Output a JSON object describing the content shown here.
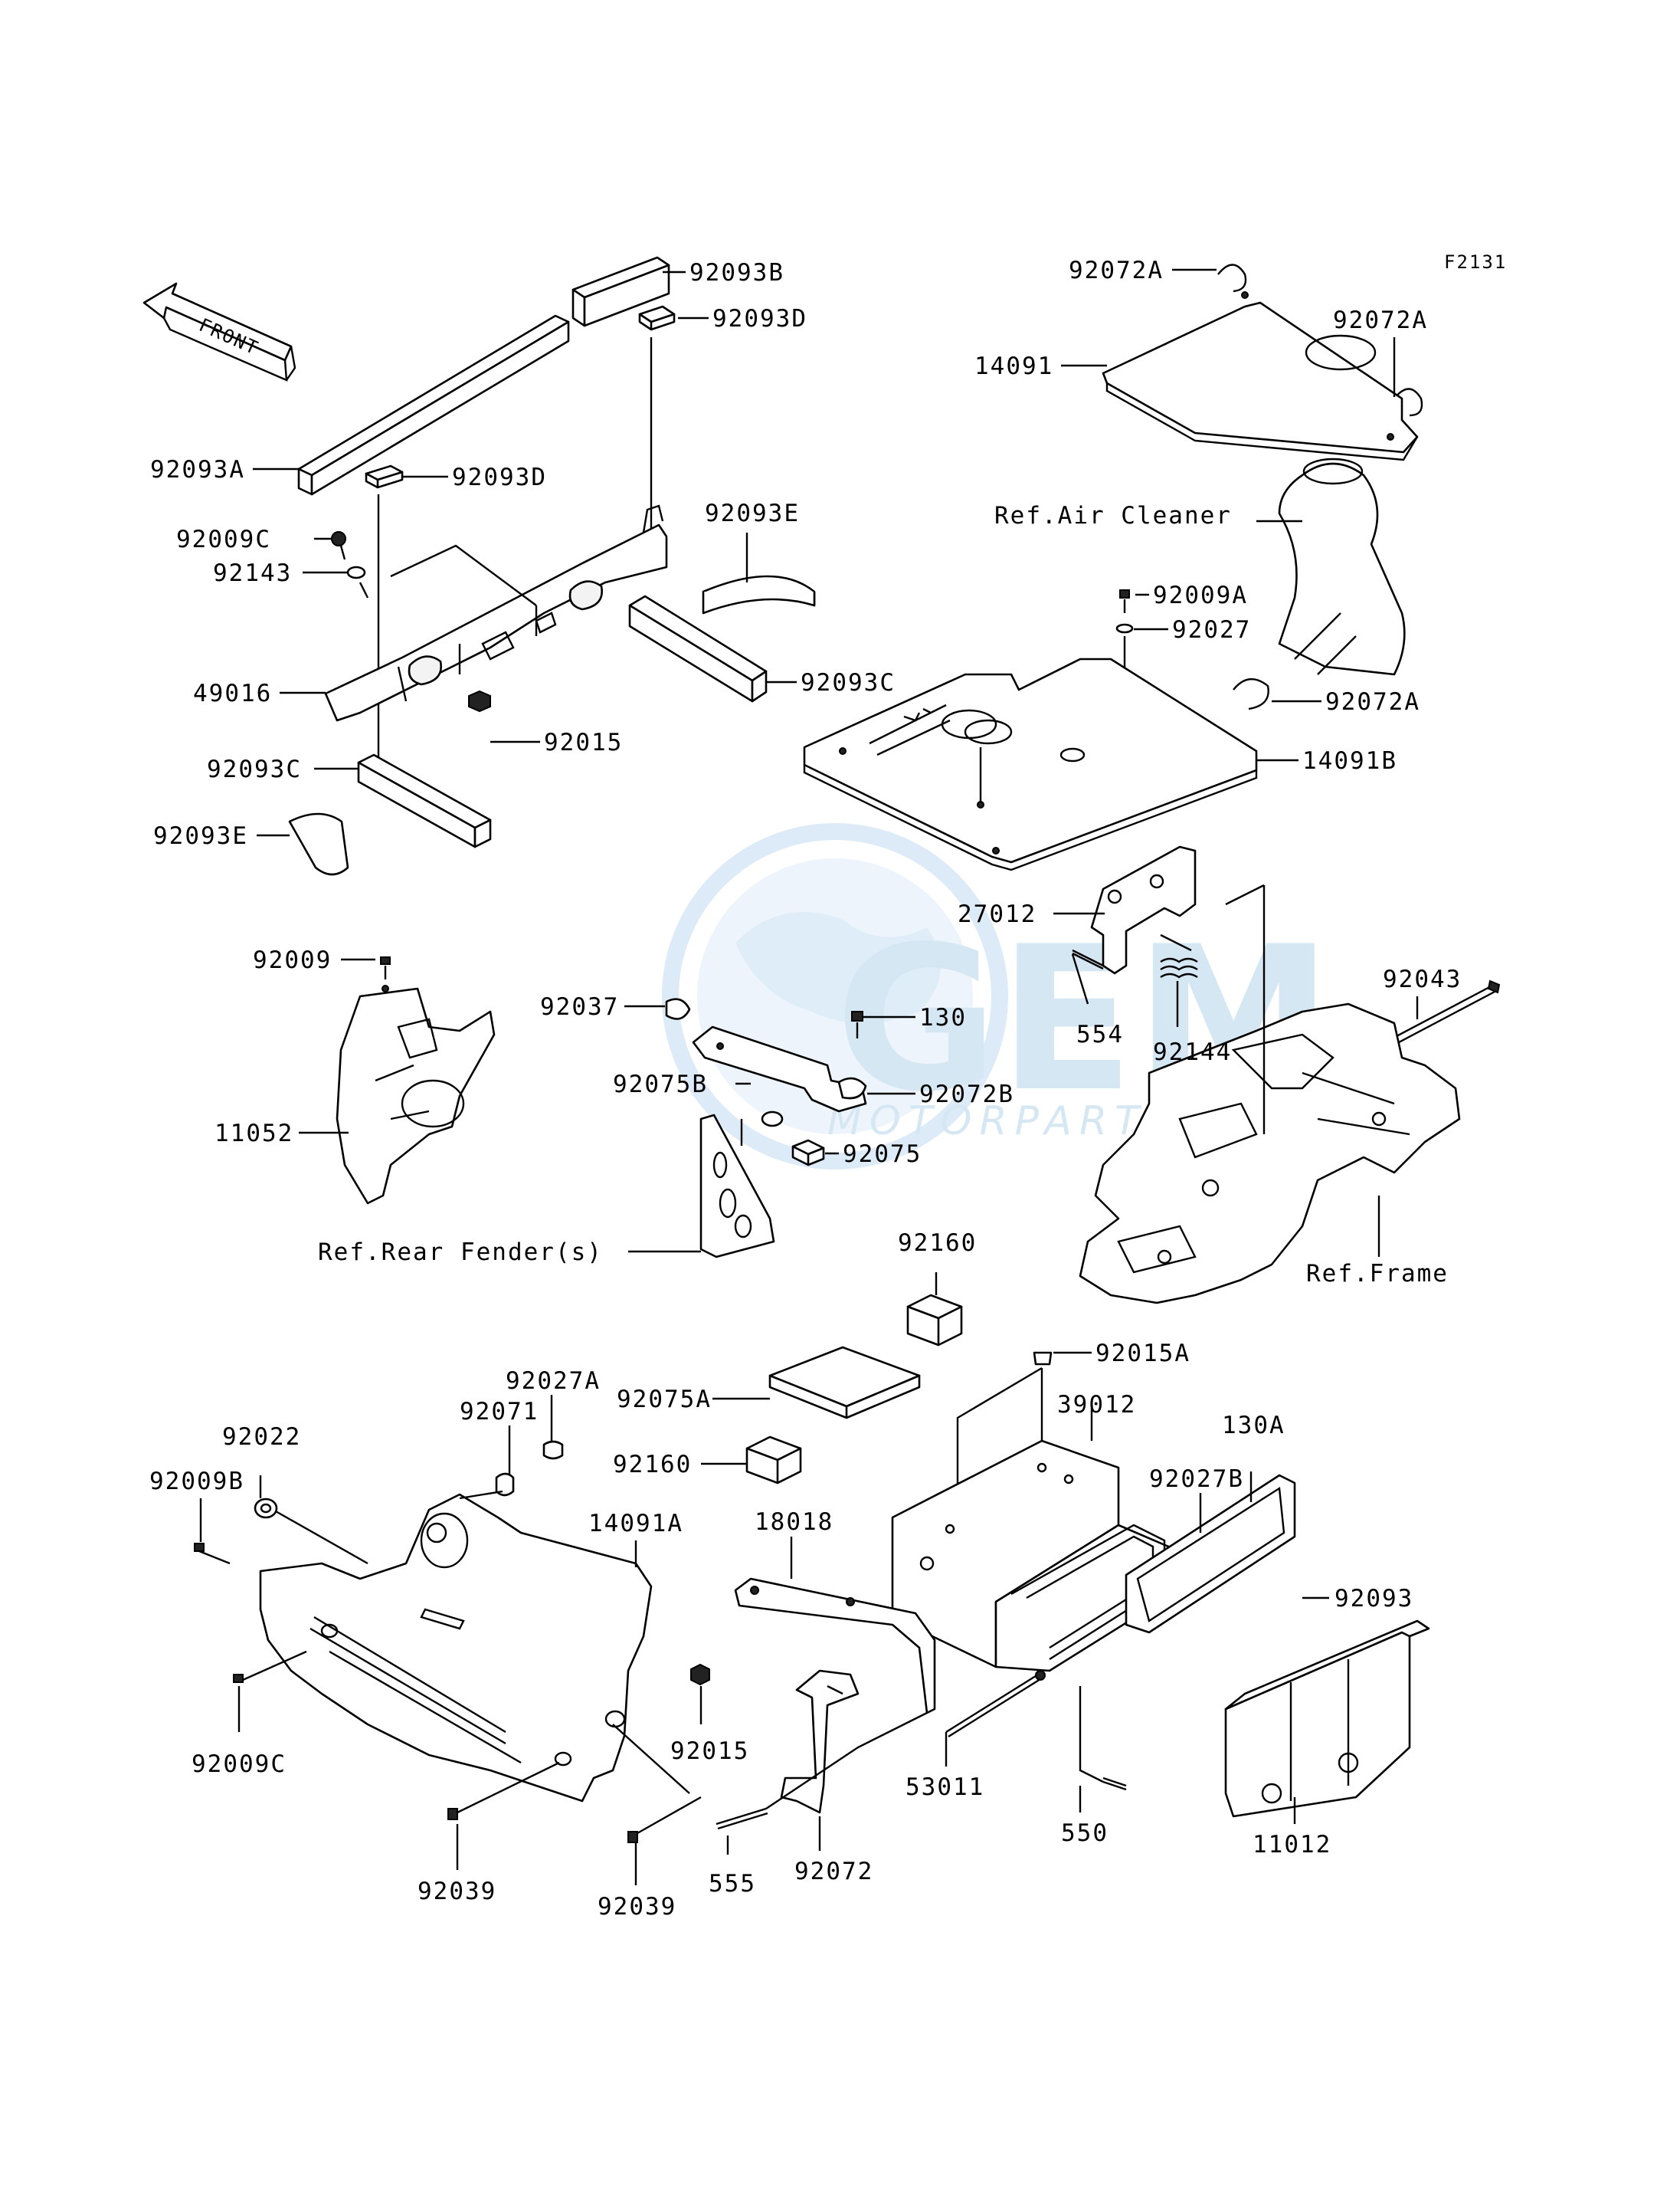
{
  "diagram": {
    "code": "F2131",
    "front_label": "FRONT",
    "watermark": {
      "brand": "GEM",
      "sub": "MOTORPARTS"
    },
    "parts": [
      {
        "id": "p01",
        "text": "92093B"
      },
      {
        "id": "p02",
        "text": "92093D"
      },
      {
        "id": "p03",
        "text": "92093A"
      },
      {
        "id": "p04",
        "text": "92093D"
      },
      {
        "id": "p05",
        "text": "92009C"
      },
      {
        "id": "p06",
        "text": "92143"
      },
      {
        "id": "p07",
        "text": "92093E"
      },
      {
        "id": "p08",
        "text": "92093C"
      },
      {
        "id": "p09",
        "text": "49016"
      },
      {
        "id": "p10",
        "text": "92015"
      },
      {
        "id": "p11",
        "text": "92093C"
      },
      {
        "id": "p12",
        "text": "92093E"
      },
      {
        "id": "p13",
        "text": "92072A"
      },
      {
        "id": "p14",
        "text": "92072A"
      },
      {
        "id": "p15",
        "text": "14091"
      },
      {
        "id": "p16",
        "text": "Ref.Air Cleaner"
      },
      {
        "id": "p17",
        "text": "92009A"
      },
      {
        "id": "p18",
        "text": "92027"
      },
      {
        "id": "p19",
        "text": "92072A"
      },
      {
        "id": "p20",
        "text": "14091B"
      },
      {
        "id": "p21",
        "text": "27012"
      },
      {
        "id": "p22",
        "text": "554"
      },
      {
        "id": "p23",
        "text": "92144"
      },
      {
        "id": "p24",
        "text": "92043"
      },
      {
        "id": "p25",
        "text": "92009"
      },
      {
        "id": "p26",
        "text": "11052"
      },
      {
        "id": "p27",
        "text": "92037"
      },
      {
        "id": "p28",
        "text": "130"
      },
      {
        "id": "p29",
        "text": "92072B"
      },
      {
        "id": "p30",
        "text": "92075B"
      },
      {
        "id": "p31",
        "text": "92075"
      },
      {
        "id": "p32",
        "text": "Ref.Rear Fender(s)"
      },
      {
        "id": "p33",
        "text": "Ref.Frame"
      },
      {
        "id": "p34",
        "text": "92160"
      },
      {
        "id": "p35",
        "text": "92015A"
      },
      {
        "id": "p36",
        "text": "92027A"
      },
      {
        "id": "p37",
        "text": "92075A"
      },
      {
        "id": "p38",
        "text": "39012"
      },
      {
        "id": "p39",
        "text": "92022"
      },
      {
        "id": "p40",
        "text": "92071"
      },
      {
        "id": "p41",
        "text": "130A"
      },
      {
        "id": "p42",
        "text": "92160"
      },
      {
        "id": "p43",
        "text": "92027B"
      },
      {
        "id": "p44",
        "text": "92009B"
      },
      {
        "id": "p45",
        "text": "14091A"
      },
      {
        "id": "p46",
        "text": "18018"
      },
      {
        "id": "p47",
        "text": "92093"
      },
      {
        "id": "p48",
        "text": "92009C"
      },
      {
        "id": "p49",
        "text": "92015"
      },
      {
        "id": "p50",
        "text": "53011"
      },
      {
        "id": "p51",
        "text": "550"
      },
      {
        "id": "p52",
        "text": "11012"
      },
      {
        "id": "p53",
        "text": "92039"
      },
      {
        "id": "p54",
        "text": "92039"
      },
      {
        "id": "p55",
        "text": "555"
      },
      {
        "id": "p56",
        "text": "92072"
      }
    ]
  }
}
